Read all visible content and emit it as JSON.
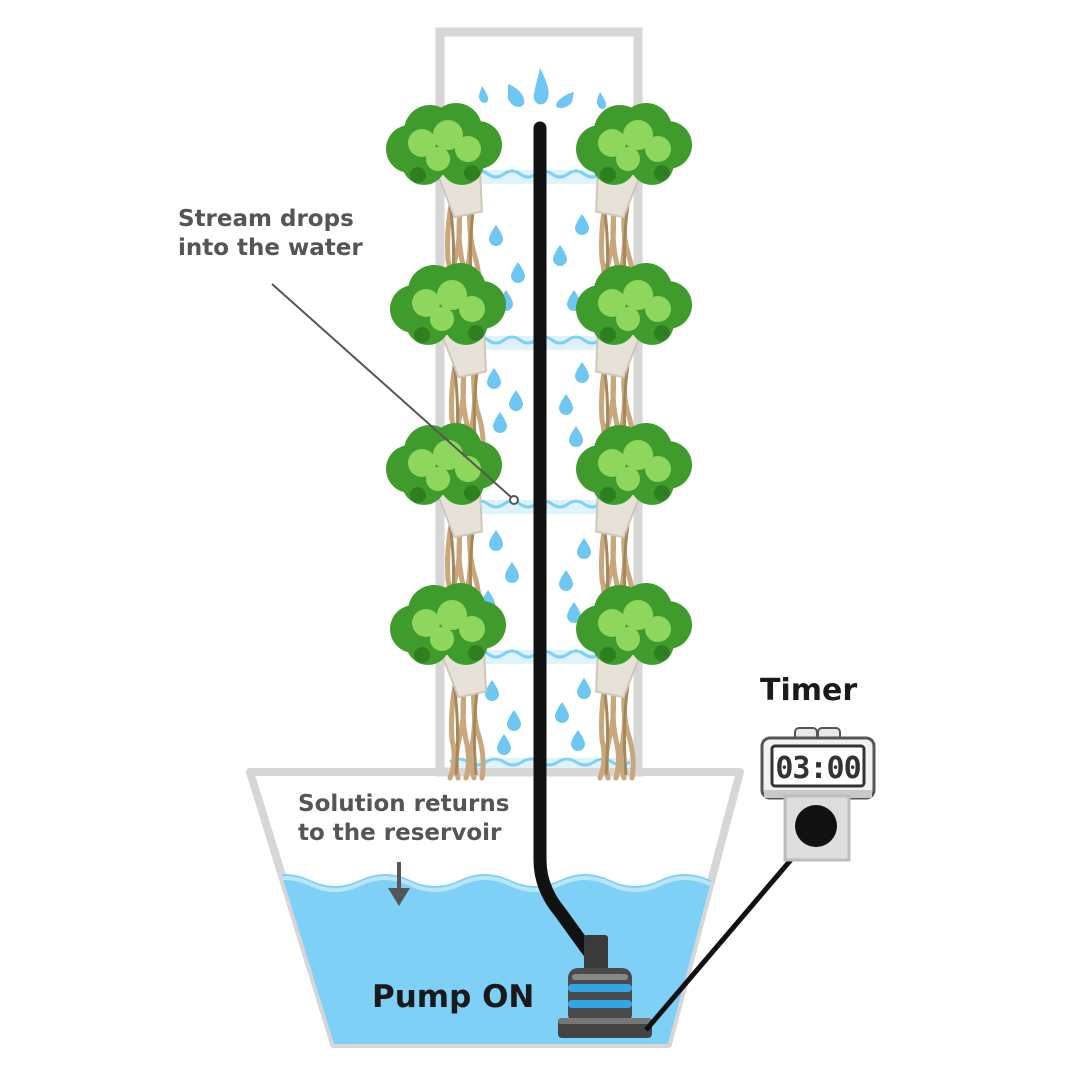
{
  "labels": {
    "stream_line1": "Stream drops",
    "stream_line2": "into the water",
    "timer": "Timer",
    "timer_display": "03:00",
    "solution_line1": "Solution returns",
    "solution_line2": "to the reservoir",
    "pump": "Pump ON"
  },
  "colors": {
    "water": "#7fd0f7",
    "droplet": "#6ec6f2",
    "frame": "#d6d6d6",
    "leaf_dark": "#3f9b2c",
    "leaf_light": "#8fd65c",
    "root": "#c8a77c",
    "pipe": "#111111"
  }
}
